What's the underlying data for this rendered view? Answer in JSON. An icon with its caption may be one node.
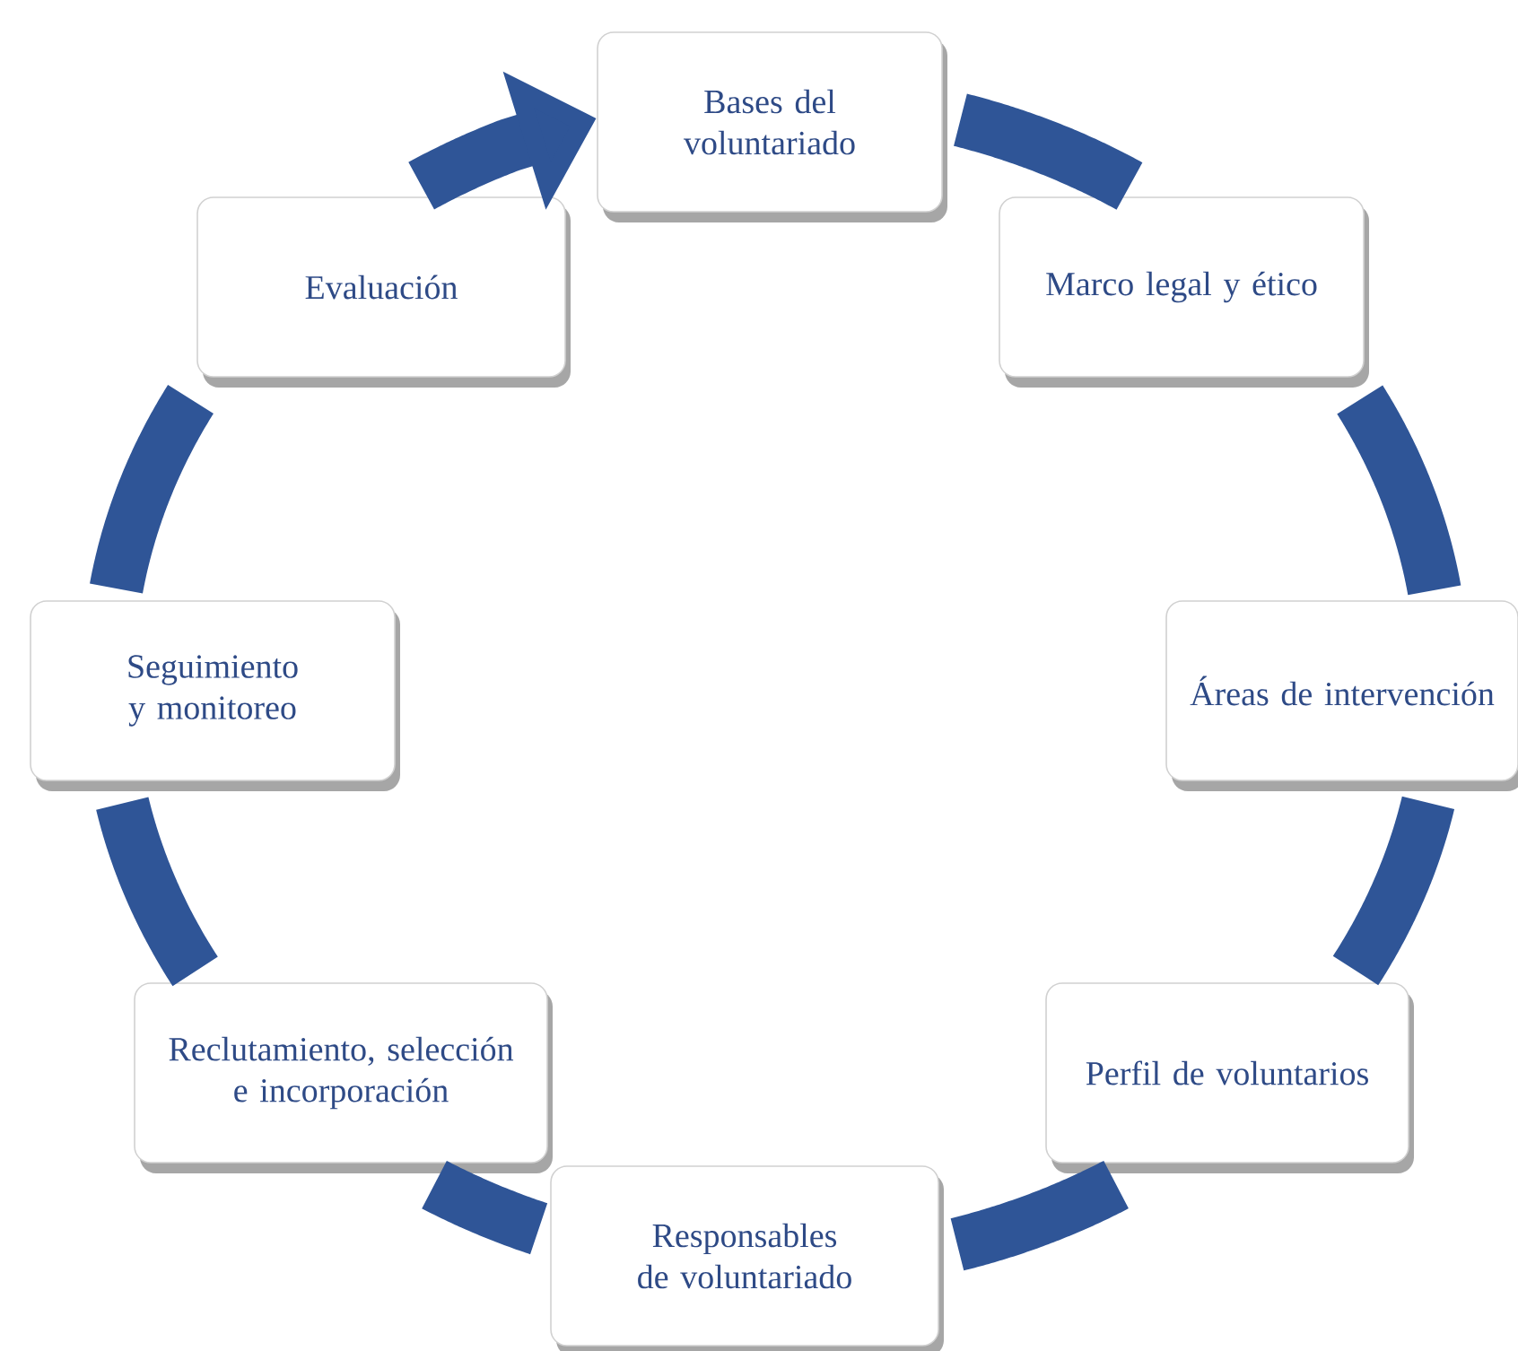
{
  "diagram": {
    "nodes": [
      {
        "text": [
          "Bases del voluntariado"
        ]
      },
      {
        "text": [
          "Marco legal y ético"
        ]
      },
      {
        "text": [
          "Áreas de intervención"
        ]
      },
      {
        "text": [
          "Perfil de voluntarios"
        ]
      },
      {
        "text": [
          "Responsables de voluntariado"
        ]
      },
      {
        "text": [
          "Reclutamiento, selección e incorporación"
        ]
      },
      {
        "text": [
          "Seguimiento y monitoreo"
        ]
      },
      {
        "text": [
          "Evaluación"
        ]
      }
    ],
    "edges": [
      {
        "from": 0,
        "to": 1,
        "arrow": "none"
      },
      {
        "from": 1,
        "to": 2,
        "arrow": "none"
      },
      {
        "from": 2,
        "to": 3,
        "arrow": "none"
      },
      {
        "from": 3,
        "to": 4,
        "arrow": "none"
      },
      {
        "from": 4,
        "to": 5,
        "arrow": "none"
      },
      {
        "from": 5,
        "to": 6,
        "arrow": "none"
      },
      {
        "from": 6,
        "to": 7,
        "arrow": "none"
      },
      {
        "from": 7,
        "to": 0,
        "arrow": "to"
      }
    ]
  }
}
